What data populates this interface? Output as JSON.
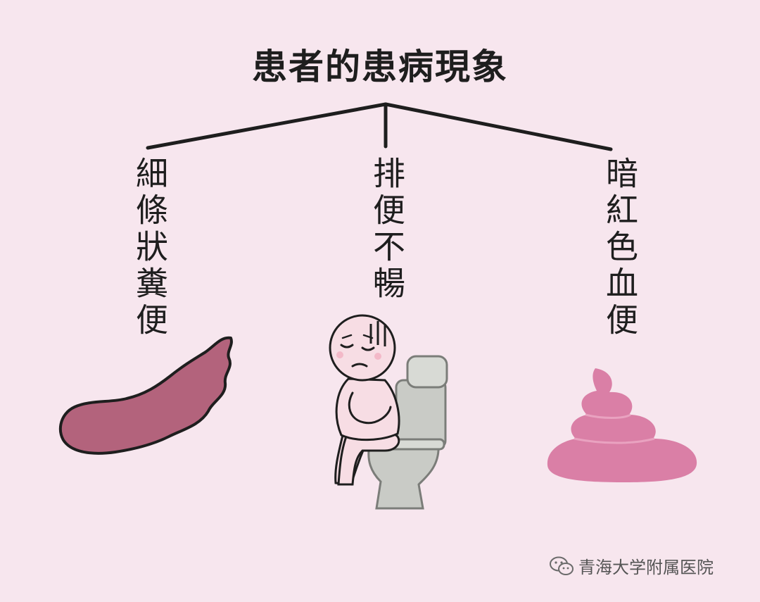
{
  "title": "患者的患病現象",
  "branches": [
    {
      "label": "細條狀糞便",
      "icon": "thin-stool-icon"
    },
    {
      "label": "排便不暢",
      "icon": "person-on-toilet-icon"
    },
    {
      "label": "暗紅色血便",
      "icon": "pile-stool-icon"
    }
  ],
  "watermark": {
    "text": "青海大学附属医院",
    "icon": "wechat-icon"
  },
  "colors": {
    "background": "#f7e6ee",
    "line": "#1e1e1e",
    "thin_stool": "#b3637c",
    "pile_stool": "#da7fa6",
    "toilet": "#c9cbc6"
  }
}
